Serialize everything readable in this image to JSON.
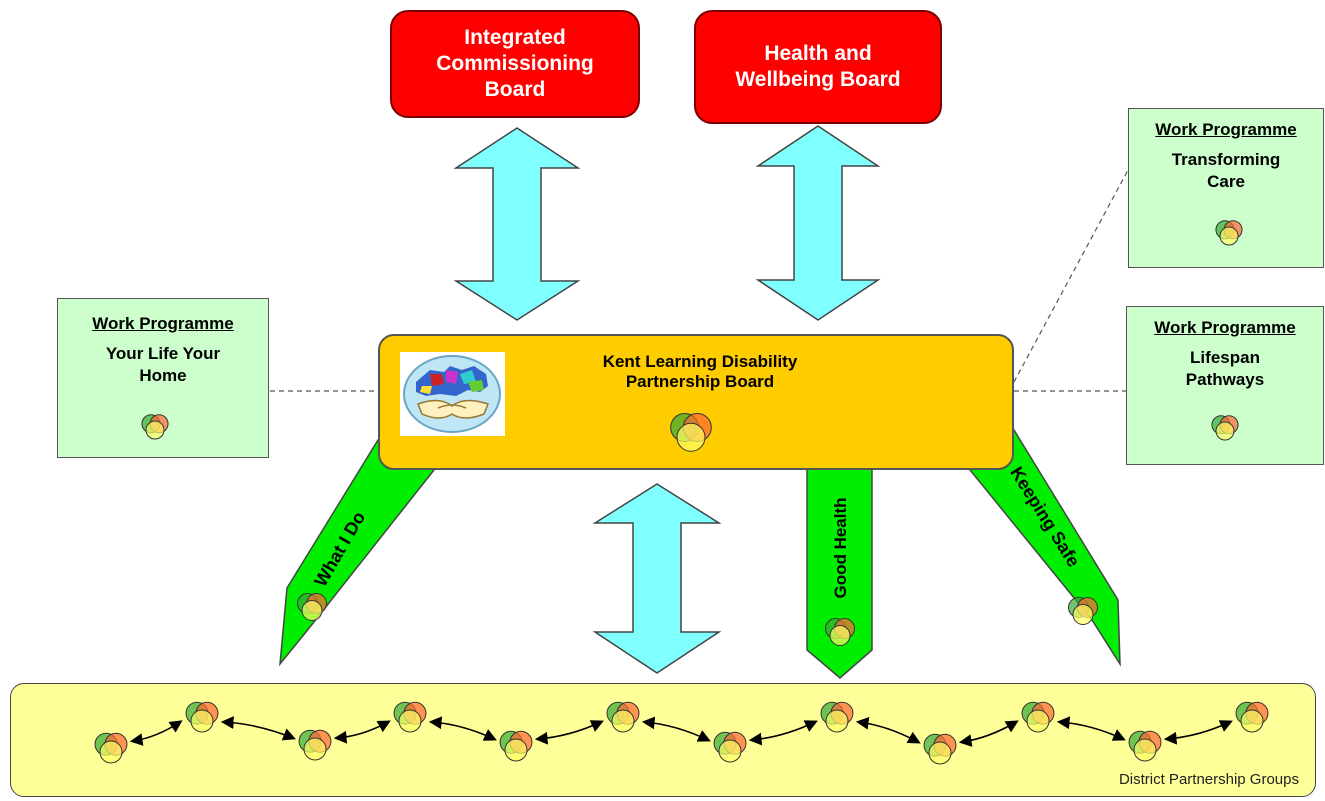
{
  "top_boards": [
    {
      "lines": [
        "Integrated",
        "Commissioning",
        "Board"
      ]
    },
    {
      "lines": [
        "Health and",
        "Wellbeing Board"
      ]
    }
  ],
  "work_programmes": [
    {
      "heading": "Work Programme",
      "lines": [
        "Your Life Your",
        "Home"
      ]
    },
    {
      "heading": "Work Programme",
      "lines": [
        "Transforming",
        "Care"
      ]
    },
    {
      "heading": "Work Programme",
      "lines": [
        "Lifespan",
        "Pathways"
      ]
    }
  ],
  "central_board": {
    "lines": [
      "Kent Learning Disability",
      "Partnership Board"
    ]
  },
  "streams": [
    {
      "label": "What I Do"
    },
    {
      "label": "Good Health"
    },
    {
      "label": "Keeping Safe"
    }
  ],
  "district": {
    "label": "District Partnership Groups",
    "group_count": 12
  },
  "colors": {
    "board_red": "#ff0000",
    "central_yellow": "#ffcc00",
    "work_programme_green": "#ccffcc",
    "stream_green": "#00ee00",
    "connector_cyan": "#80ffff",
    "district_yellow": "#ffff99",
    "venn_green": "#33aa33",
    "venn_orange": "#ff6633",
    "venn_yellow": "#ffff66"
  },
  "icons": [
    "venn-icon",
    "partnership-logo-icon",
    "double-arrow-icon"
  ]
}
